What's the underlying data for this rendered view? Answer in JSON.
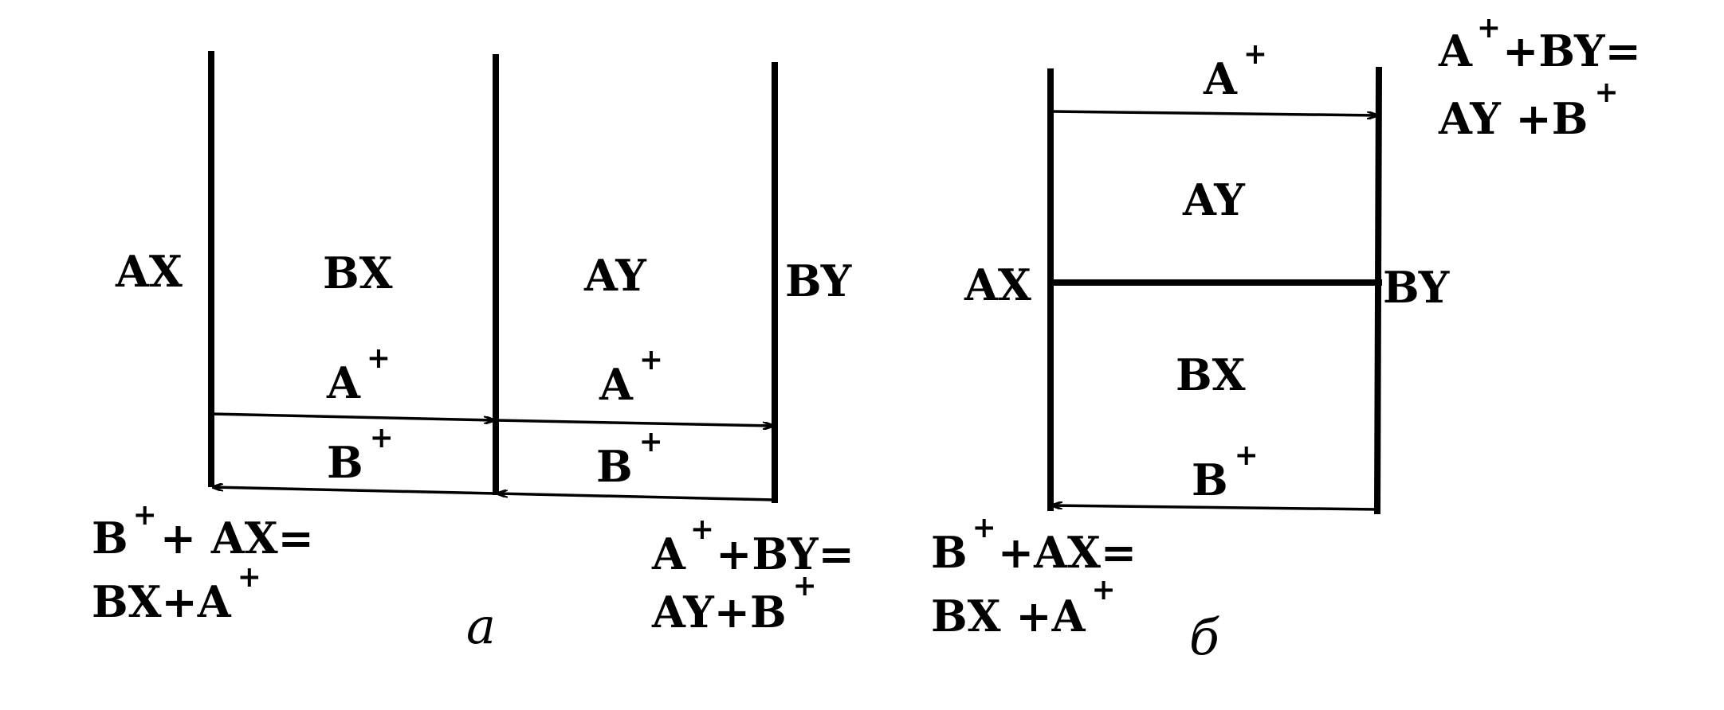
{
  "panel_a": {
    "caption": "a",
    "left_outer": "AX",
    "left_cell": "BX",
    "right_cell": "AY",
    "right_outer": "BY",
    "cation_forward": "A",
    "cation_backward": "B",
    "charge": "+",
    "eq_left": [
      "B",
      "+",
      "+ AX=",
      "BX+A",
      "+"
    ],
    "eq_right": [
      "A",
      "+",
      "+BY=",
      "AY+B",
      "+"
    ]
  },
  "panel_b": {
    "caption": "б",
    "top_cation": "A",
    "top_cell": "AY",
    "left_outer": "AX",
    "right_outer": "BY",
    "bottom_cell": "BX",
    "bottom_cation": "B",
    "charge": "+",
    "eq_top_right": [
      "A",
      "+",
      "+BY=",
      "AY +B",
      "+"
    ],
    "eq_bottom_left": [
      "B",
      "+",
      "+AX=",
      "BX +A",
      "+"
    ]
  }
}
